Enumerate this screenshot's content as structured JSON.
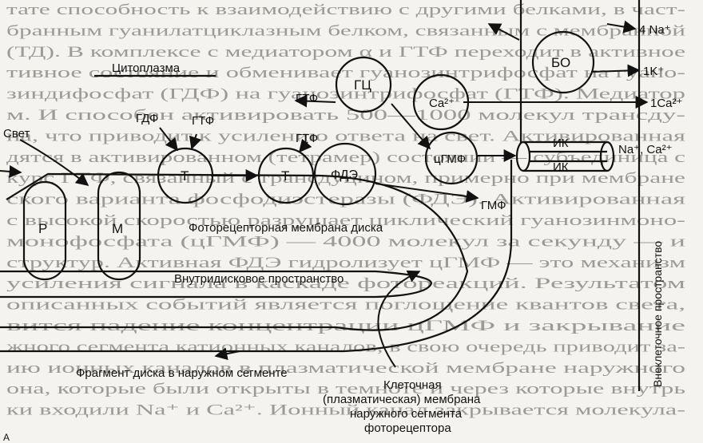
{
  "labels": {
    "cytoplasm": "Цитоплазма",
    "light": "Свет",
    "gdp": "ГДФ",
    "gtp_left": "ГТФ",
    "gtp_mid": "ГТФ",
    "gtp_top": "ГТФ",
    "gc": "ГЦ",
    "ca_gc": "Ca²⁺",
    "bo": "БО",
    "na4": "4 Na⁺",
    "k1": "1K⁺",
    "ca1": "1Ca²⁺",
    "cgmp": "цГМФ",
    "ik_top": "ИК",
    "ik_bottom": "ИК",
    "na_ca": "Na⁺, Ca²⁺",
    "gmp": "ГМФ",
    "r": "Р",
    "m": "М",
    "t1": "Т",
    "t2": "Т",
    "pde": "ФДЭ",
    "photo_membrane": "Фоторецепторная мембрана диска",
    "intradisc": "Внутридисковое пространство",
    "extracellular": "Внеклеточное пространство",
    "disc_fragment": "Фрагмент диска в наружном сегменте",
    "plasma_1": "Клеточная",
    "plasma_2": "(плазматическая) мембрана",
    "plasma_3": "наружного сегмента",
    "plasma_4": "фоторецептора",
    "fig_letter": "А"
  },
  "background_text": [
    "тате способность к взаимодействию с другими белками, в част-",
    "бранным гуанилатциклазным белком, связанным с мембранной",
    "(ТД). В комплексе с медиатором α и ГТФ переходит в активное",
    "тивное состояние и обменивает гуанозинтрифосфат на гуано-",
    "зиндифосфат (ГДФ) на гуанозинтрифосфат (ГТФ). Медиатор",
    "м. И способен активировать 500—1000 молекул трансду-",
    "на, что приводит к усилению ответа на свет. Активированная",
    "дятся в активированном (тетрамер) состоянии — субъединица с",
    "курс ГТФ, связанный с трансдуцином, примерно при мембране",
    "ского варианта фосфодиэстеразы (ФДЭ). Активированная",
    "с высокой скоростью разрушает циклический гуанозинмоно-",
    "монофосфата (цГМФ) — 4000 молекул за секунду — и",
    "структур. Активная ФДЭ гидролизует цГМФ — это механизм",
    "усиления сигнала в каскаде фотореакций. Результатом",
    "описанных событий является поглощение квантов света,",
    "вится падение концентрации цГМФ и закрывание",
    "жного сегмента катионных каналов, в свою очередь приводит за-",
    "ию ионных каналов в плазматической мембране наружного",
    "она, которые были открыты в темноте и через которые внутрь",
    "ки входили Na⁺ и Ca²⁺. Ионный канал закрывается молекула-"
  ]
}
